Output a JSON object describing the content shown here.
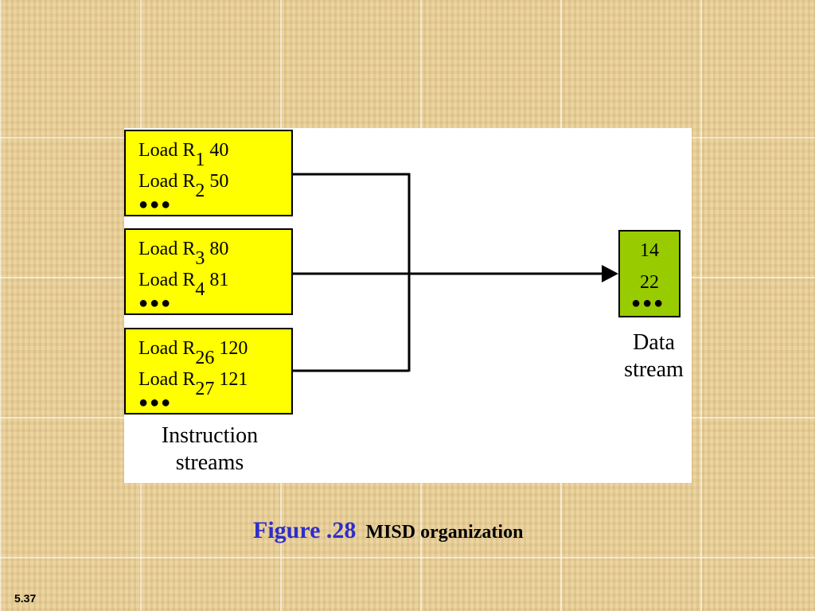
{
  "diagram": {
    "instruction_streams": [
      {
        "lines": [
          {
            "prefix": "Load R",
            "sub": "1",
            "value": "40"
          },
          {
            "prefix": "Load R",
            "sub": "2",
            "value": "50"
          }
        ],
        "ellipsis": "●●●"
      },
      {
        "lines": [
          {
            "prefix": "Load R",
            "sub": "3",
            "value": "80"
          },
          {
            "prefix": "Load R",
            "sub": "4",
            "value": "81"
          }
        ],
        "ellipsis": "●●●"
      },
      {
        "lines": [
          {
            "prefix": "Load R",
            "sub": "26",
            "value": "120"
          },
          {
            "prefix": "Load R",
            "sub": "27",
            "value": "121"
          }
        ],
        "ellipsis": "●●●"
      }
    ],
    "instruction_label_line1": "Instruction",
    "instruction_label_line2": "streams",
    "data_stream": {
      "values": [
        "14",
        "22"
      ],
      "ellipsis": "●●●"
    },
    "data_label_line1": "Data",
    "data_label_line2": "stream",
    "colors": {
      "instruction_box": "#ffff00",
      "data_box": "#99cc00",
      "figure_bg": "#ffffff"
    }
  },
  "caption": {
    "figure_number": "Figure .28",
    "title": "MISD organization"
  },
  "slide_number": "5.37"
}
